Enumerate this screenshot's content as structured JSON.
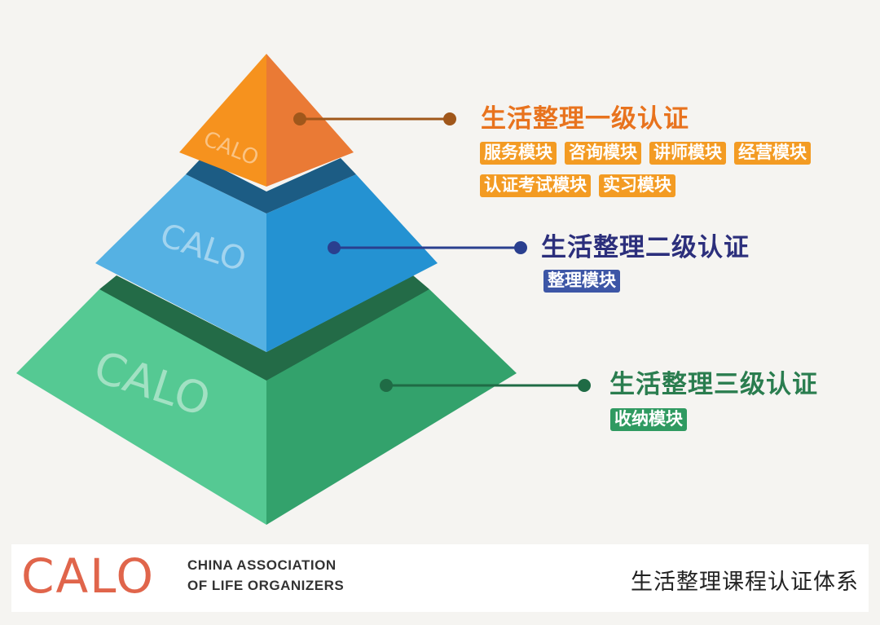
{
  "pyramid": {
    "watermark": "CALO",
    "levels": [
      {
        "title": "生活整理一级认证",
        "tags": [
          [
            "服务模块",
            "咨询模块",
            "讲师模块",
            "经营模块"
          ],
          [
            "认证考试模块",
            "实习模块"
          ]
        ],
        "colors": {
          "light": "#f6921e",
          "dark": "#ea7a35",
          "connector": "#a0571b",
          "text": "#e8731e",
          "tag": "#f39b23"
        }
      },
      {
        "title": "生活整理二级认证",
        "tags": [
          [
            "整理模块"
          ]
        ],
        "colors": {
          "light": "#55b1e3",
          "dark": "#2492d2",
          "connector": "#2a3f8f",
          "text": "#2c2f7c",
          "tag": "#3d56a6"
        }
      },
      {
        "title": "生活整理三级认证",
        "tags": [
          [
            "收纳模块"
          ]
        ],
        "colors": {
          "light": "#55c993",
          "dark": "#33a26c",
          "connector": "#1f6b45",
          "text": "#2a7d4f",
          "tag": "#2f9a61"
        }
      }
    ]
  },
  "footer": {
    "logo": "CALO",
    "org_line1": "CHINA ASSOCIATION",
    "org_line2": "OF LIFE ORGANIZERS",
    "system_title": "生活整理课程认证体系",
    "logo_color": "#e0654b"
  }
}
